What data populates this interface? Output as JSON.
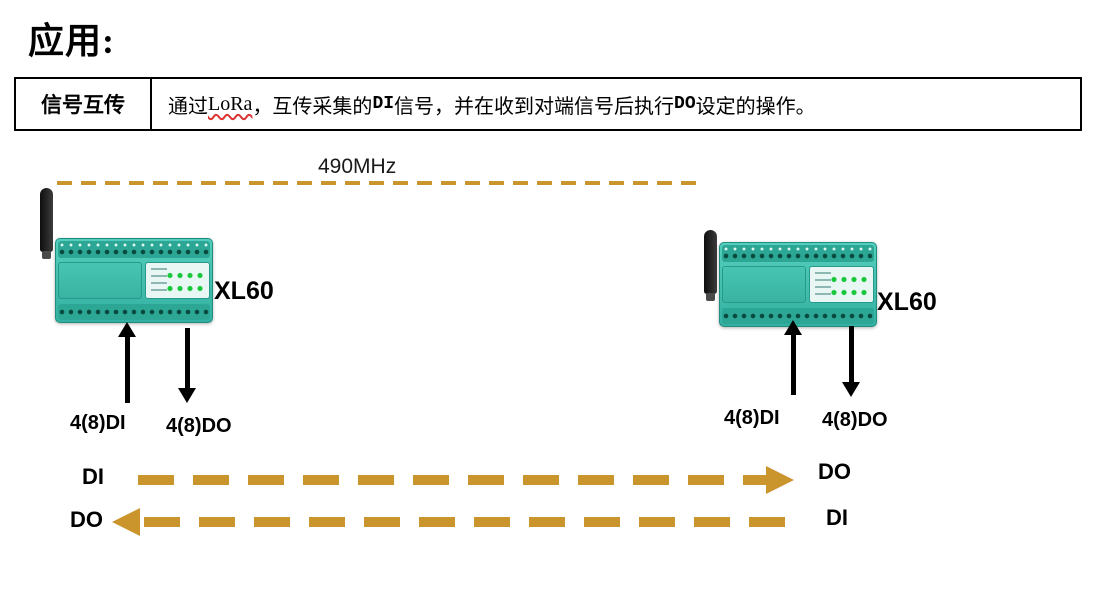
{
  "page": {
    "title": "应用:"
  },
  "table": {
    "header": "信号互传",
    "desc_p1": "通过 ",
    "desc_lora": "LoRa",
    "desc_p2": "，互传采集的 ",
    "desc_di": "DI",
    "desc_p3": " 信号，并在收到对端信号后执行 ",
    "desc_do": "DO",
    "desc_p4": " 设定的操作。"
  },
  "diagram": {
    "frequency_label": "490MHz",
    "left_device": {
      "model": "XL60",
      "input_label": "4(8)DI",
      "output_label": "4(8)DO"
    },
    "right_device": {
      "model": "XL60",
      "input_label": "4(8)DI",
      "output_label": "4(8)DO"
    },
    "flow_top": {
      "left": "DI",
      "right": "DO",
      "direction": "right"
    },
    "flow_bottom": {
      "left": "DO",
      "right": "DI",
      "direction": "left"
    },
    "colors": {
      "device_teal": "#3fc0ae",
      "dash_gold": "#c9952c",
      "arrow_black": "#000000"
    }
  }
}
